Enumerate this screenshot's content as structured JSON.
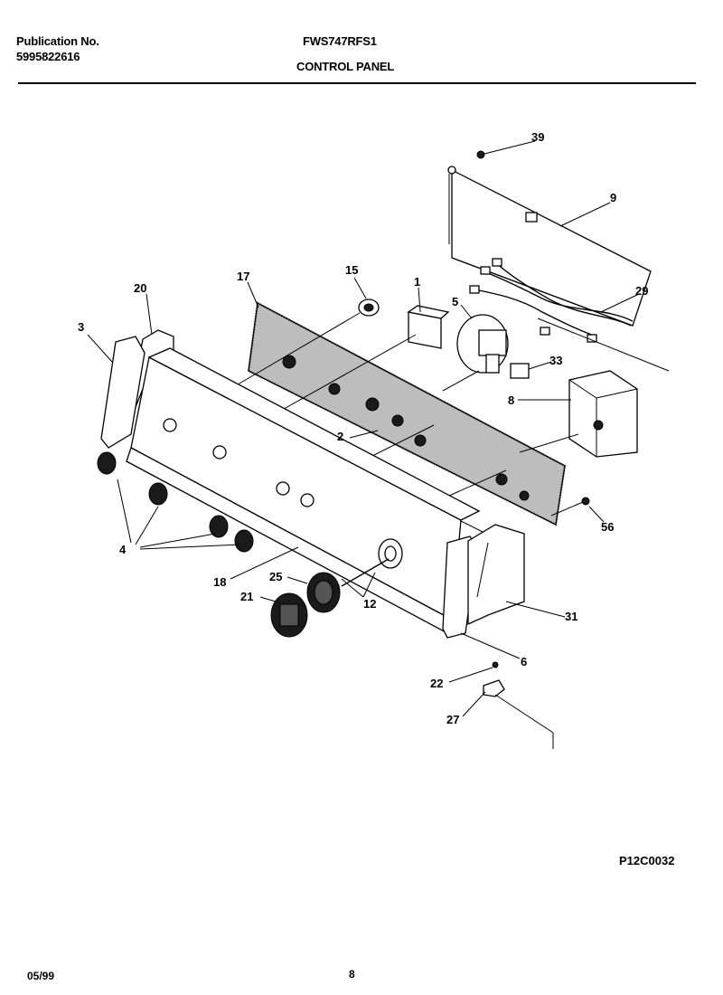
{
  "header": {
    "publication_label": "Publication No.",
    "publication_number": "5995822616",
    "model": "FWS747RFS1",
    "section_title": "CONTROL PANEL"
  },
  "diagram": {
    "drawing_number": "P12C0032",
    "callouts": {
      "c3": "3",
      "c20": "20",
      "c17": "17",
      "c15": "15",
      "c1": "1",
      "c5": "5",
      "c39": "39",
      "c9": "9",
      "c29": "29",
      "c33": "33",
      "c8": "8",
      "c2": "2",
      "c56": "56",
      "c4": "4",
      "c18": "18",
      "c25": "25",
      "c21": "21",
      "c12": "12",
      "c31": "31",
      "c6": "6",
      "c22": "22",
      "c27": "27"
    }
  },
  "footer": {
    "date": "05/99",
    "page": "8"
  }
}
